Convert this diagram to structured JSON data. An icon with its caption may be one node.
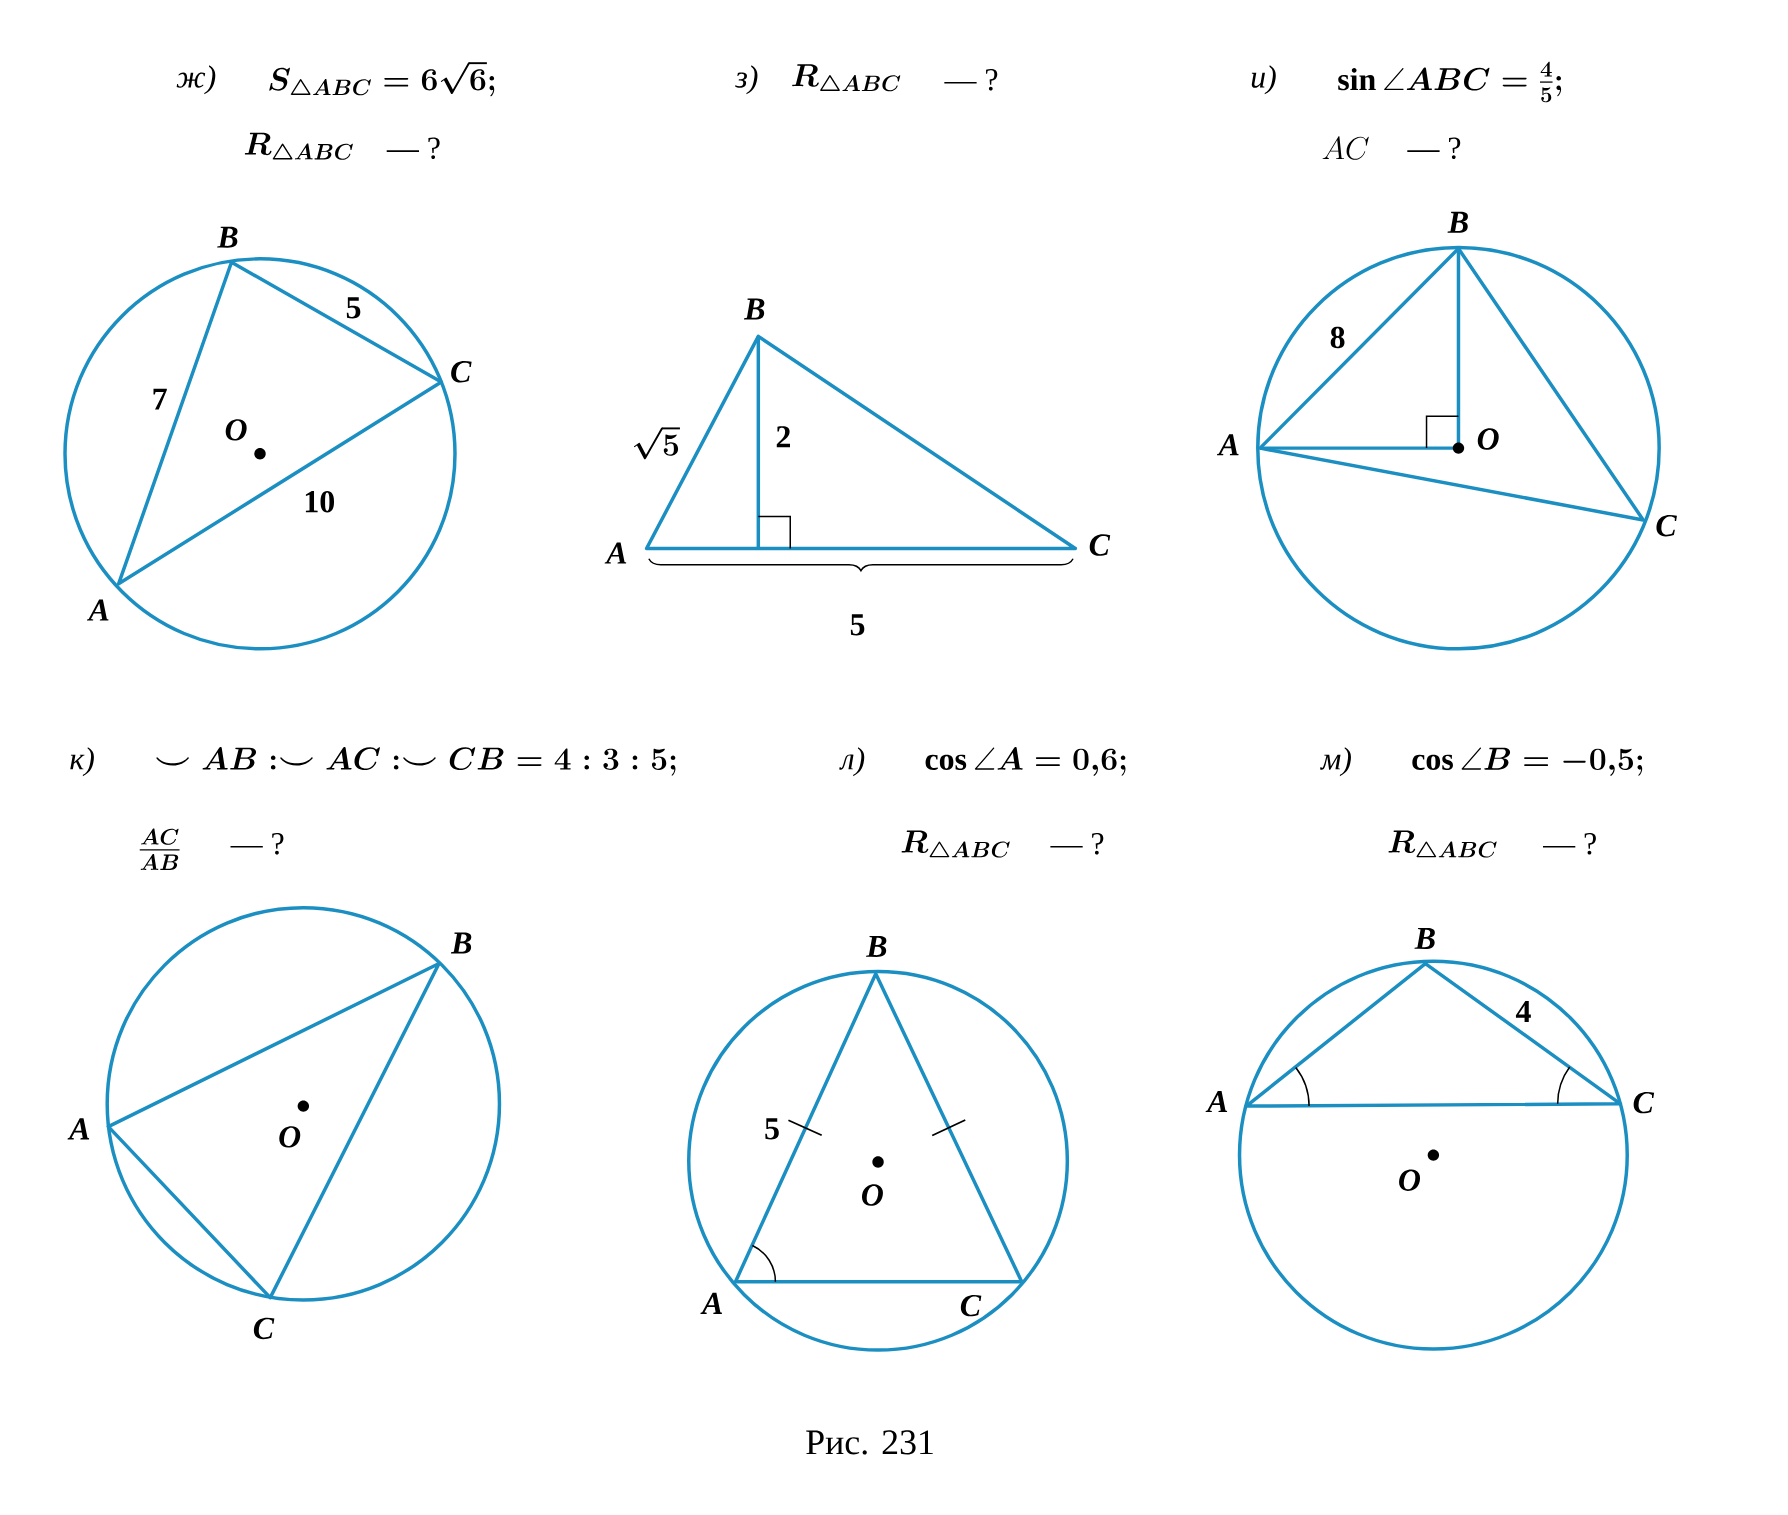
{
  "diagram": {
    "caption": "Рис. 231",
    "labels": [
      "ж)",
      "S_{\\triangle ABC}=6\\sqrt{6};",
      "R_{\\triangle ABC}",
      "— ?",
      "з)",
      "R_{\\triangle ABC}",
      "— ?",
      "и)",
      "\\sin\\angle ABC=\\frac{4}{5};",
      "AC",
      "— ?",
      "B",
      "C",
      "A",
      "O",
      "7",
      "5",
      "10",
      "B",
      "A",
      "C",
      "\\sqrt{5}",
      "2",
      "5",
      "B",
      "A",
      "O",
      "C",
      "8",
      "к)",
      "\\smile AB:\\smile AC:\\smile CB=4:3:5;",
      "\\frac{AC}{AB}",
      "— ?",
      "л)",
      "\\cos\\angle A=0{,}6;",
      "R_{\\triangle ABC}",
      "— ?",
      "м)",
      "\\cos\\angle B=-0{,}5;",
      "R_{\\triangle ABC}",
      "— ?",
      "B",
      "A",
      "O",
      "C",
      "B",
      "5",
      "O",
      "A",
      "C",
      "B",
      "4",
      "A",
      "C",
      "O"
    ]
  }
}
